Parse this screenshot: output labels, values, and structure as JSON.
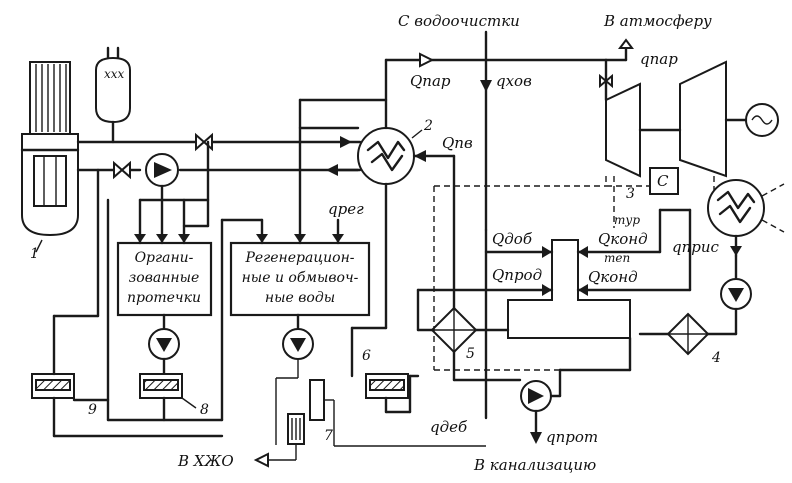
{
  "labels": {
    "top_water": "С водоочистки",
    "top_atm": "В атмосферу",
    "q_par_left": "Qпар",
    "q_hov": "qхов",
    "q_par_top": "qпар",
    "q_pv": "Qпв",
    "q_reg": "qрег",
    "q_dob": "Qдоб",
    "q_prod": "Qпрод",
    "q_kond_tur": "тур",
    "q_kond_tur_main": "Qконд",
    "q_kond_tep": "теп",
    "q_kond_tep_main": "Qконд",
    "q_pris": "qприс",
    "q_deb": "qдеб",
    "q_prot": "qпрот",
    "to_sewer": "В канализацию",
    "to_hzho": "В ХЖО",
    "box_leaks_1": "Органи-",
    "box_leaks_2": "зованные",
    "box_leaks_3": "протечки",
    "box_regen_1": "Регенерацион-",
    "box_regen_2": "ные и обмывоч-",
    "box_regen_3": "ные воды",
    "c_label": "С"
  },
  "numbers": {
    "n1": "1",
    "n2": "2",
    "n3": "3",
    "n4": "4",
    "n5": "5",
    "n6": "6",
    "n7": "7",
    "n8": "8",
    "n9": "9"
  }
}
